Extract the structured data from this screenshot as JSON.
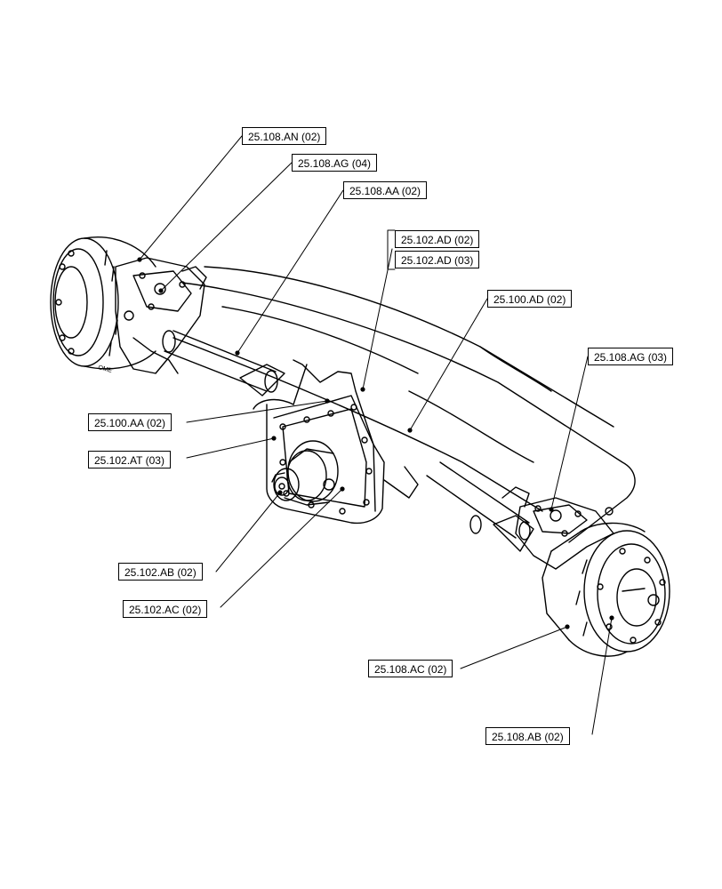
{
  "callouts": [
    {
      "id": "an02",
      "label": "25.108.AN (02)"
    },
    {
      "id": "ag04",
      "label": "25.108.AG (04)"
    },
    {
      "id": "aa02",
      "label": "25.108.AA (02)"
    },
    {
      "id": "ad02",
      "label": "25.102.AD (02)"
    },
    {
      "id": "ad03",
      "label": "25.102.AD (03)"
    },
    {
      "id": "ad100",
      "label": "25.100.AD (02)"
    },
    {
      "id": "ag03",
      "label": "25.108.AG (03)"
    },
    {
      "id": "aa100",
      "label": "25.100.AA (02)"
    },
    {
      "id": "at03",
      "label": "25.102.AT (03)"
    },
    {
      "id": "ab102",
      "label": "25.102.AB (02)"
    },
    {
      "id": "ac102",
      "label": "25.102.AC (02)"
    },
    {
      "id": "ac108",
      "label": "25.108.AC (02)"
    },
    {
      "id": "ab108",
      "label": "25.108.AB (02)"
    }
  ]
}
